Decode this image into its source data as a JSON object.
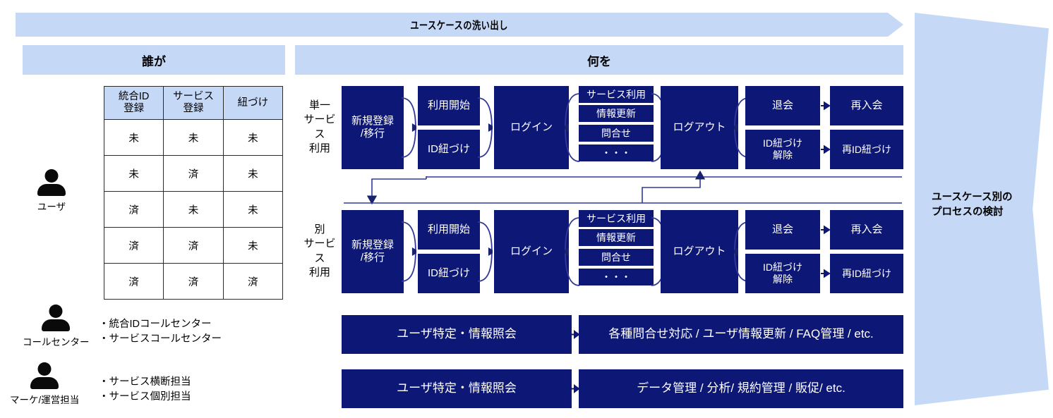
{
  "banner": {
    "title": "ユースケースの洗い出し"
  },
  "columns": {
    "who": "誰が",
    "what": "何を"
  },
  "right_panel": {
    "text": "ユースケース別の\nプロセスの検討"
  },
  "state_table": {
    "headers": [
      "統合ID\n登録",
      "サービス\n登録",
      "紐づけ"
    ],
    "rows": [
      [
        "未",
        "未",
        "未"
      ],
      [
        "未",
        "済",
        "未"
      ],
      [
        "済",
        "未",
        "未"
      ],
      [
        "済",
        "済",
        "未"
      ],
      [
        "済",
        "済",
        "済"
      ]
    ]
  },
  "actors": [
    {
      "name": "ユーザ",
      "icon": "person-icon",
      "notes": []
    },
    {
      "name": "コールセンター",
      "icon": "person-icon",
      "notes": [
        "・統合IDコールセンター",
        "・サービスコールセンター"
      ]
    },
    {
      "name": "マーケ/運営担当",
      "icon": "person-icon",
      "notes": [
        "・サービス横断担当",
        "・サービス個別担当"
      ]
    }
  ],
  "flow_rows": [
    {
      "label": "単一\nサービス\n利用",
      "boxes": {
        "register": "新規登録\n/移行",
        "start_use": "利用開始",
        "id_link": "ID紐づけ",
        "login": "ログイン",
        "activities": [
          "サービス利用",
          "情報更新",
          "問合せ",
          "・・・"
        ],
        "logout": "ログアウト",
        "withdraw": "退会",
        "unlink": "ID紐づけ\n解除",
        "rejoin": "再入会",
        "relink": "再ID紐づけ"
      }
    },
    {
      "label": "別\nサービス\n利用",
      "boxes": {
        "register": "新規登録\n/移行",
        "start_use": "利用開始",
        "id_link": "ID紐づけ",
        "login": "ログイン",
        "activities": [
          "サービス利用",
          "情報更新",
          "問合せ",
          "・・・"
        ],
        "logout": "ログアウト",
        "withdraw": "退会",
        "unlink": "ID紐づけ\n解除",
        "rejoin": "再入会",
        "relink": "再ID紐づけ"
      }
    }
  ],
  "bottom_rows": [
    {
      "left": "ユーザ特定・情報照会",
      "right": "各種問合せ対応 / ユーザ情報更新 / FAQ管理 / etc."
    },
    {
      "left": "ユーザ特定・情報照会",
      "right": "データ管理 / 分析/ 規約管理 / 販促/ etc."
    }
  ],
  "colors": {
    "navy": "#0d1775",
    "light_blue": "#c5d9f7",
    "connector": "#32389c",
    "table_border": "#2b2b2b"
  }
}
